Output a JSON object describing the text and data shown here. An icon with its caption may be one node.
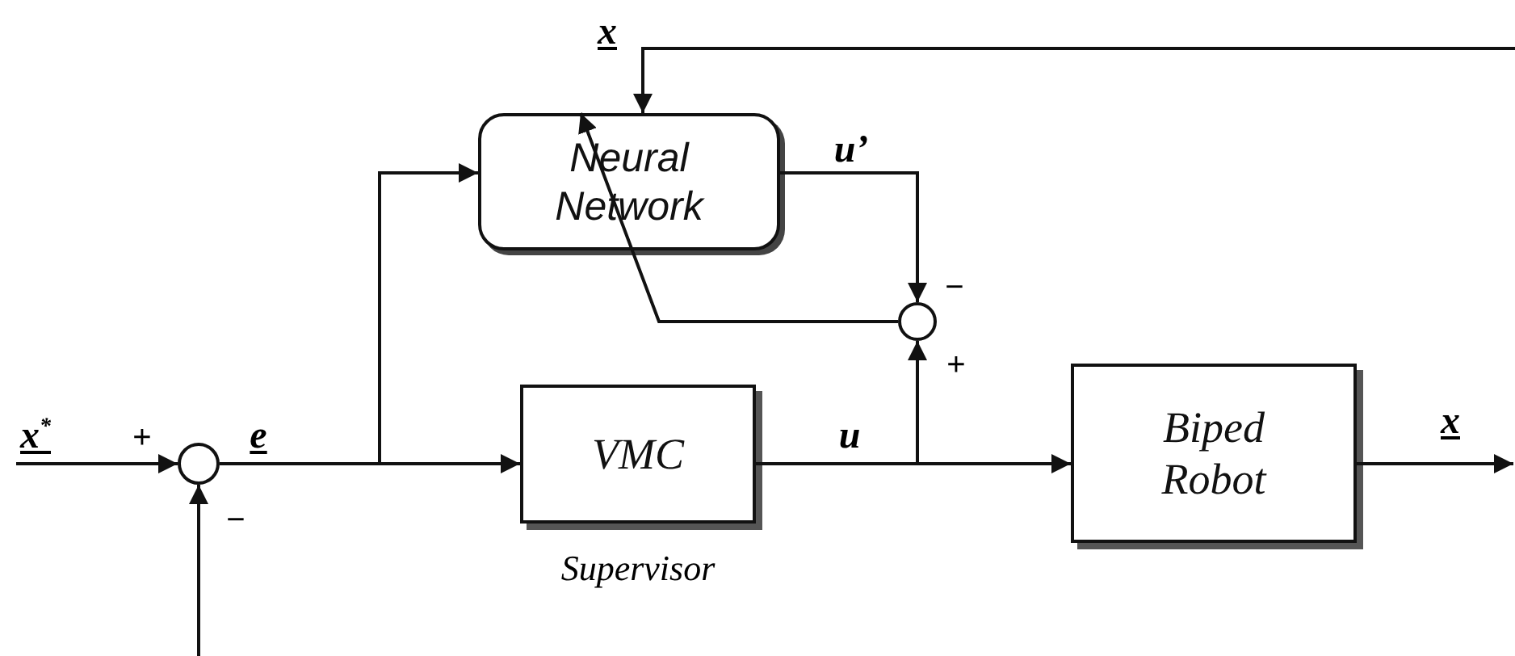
{
  "diagram": {
    "nodes": [
      {
        "text": [
          "Neural Network"
        ]
      },
      {
        "text": [
          "VMC"
        ],
        "beside": [
          "Supervisor"
        ]
      },
      {
        "text": [
          "Biped Robot"
        ]
      },
      {
        "text": [],
        "shape": "circle"
      },
      {
        "text": [],
        "shape": "circle"
      }
    ],
    "edges": [
      {
        "from": null,
        "to": 3,
        "arrow": "to",
        "label": "x$^{*}$"
      },
      {
        "from": null,
        "to": 3,
        "arrow": "to"
      },
      {
        "from": 3,
        "to": 1,
        "arrow": "to",
        "label": "e"
      },
      {
        "from": 3,
        "to": 0,
        "arrow": "to"
      },
      {
        "from": 1,
        "to": 2,
        "arrow": "to",
        "label": "u"
      },
      {
        "from": 1,
        "to": 4,
        "arrow": "to"
      },
      {
        "from": 0,
        "to": 4,
        "arrow": "to",
        "label": "u’"
      },
      {
        "from": 2,
        "to": null,
        "arrow": "to",
        "label": "x"
      },
      {
        "from": null,
        "to": 0,
        "arrow": "to",
        "label": "x"
      },
      {
        "from": 4,
        "to": 0,
        "arrow": "to"
      }
    ],
    "labels": [
      "−",
      "+",
      "+",
      "−"
    ]
  }
}
